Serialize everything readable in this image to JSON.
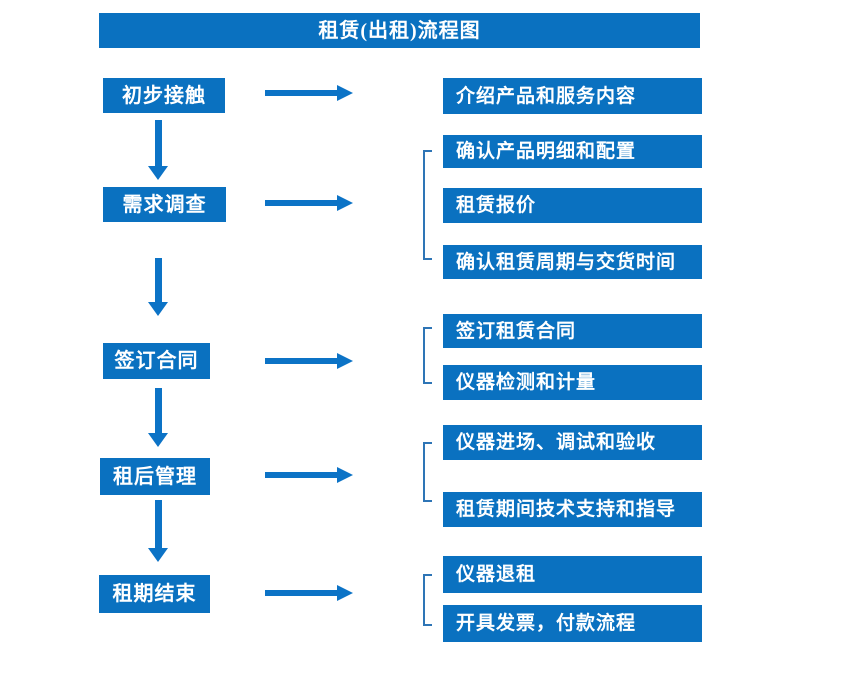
{
  "title": "租赁(出租)流程图",
  "colors": {
    "box_fill": "#0a71c0",
    "arrow": "#0c73c6",
    "bracket": "#2e75b6",
    "text": "#ffffff",
    "background": "#ffffff"
  },
  "steps": [
    {
      "label": "初步接触",
      "details": [
        "介绍产品和服务内容"
      ]
    },
    {
      "label": "需求调查",
      "details": [
        "确认产品明细和配置",
        "租赁报价",
        "确认租赁周期与交货时间"
      ]
    },
    {
      "label": "签订合同",
      "details": [
        "签订租赁合同",
        "仪器检测和计量"
      ]
    },
    {
      "label": "租后管理",
      "details": [
        "仪器进场、调试和验收",
        "租赁期间技术支持和指导"
      ]
    },
    {
      "label": "租期结束",
      "details": [
        "仪器退租",
        "开具发票，付款流程"
      ]
    }
  ]
}
